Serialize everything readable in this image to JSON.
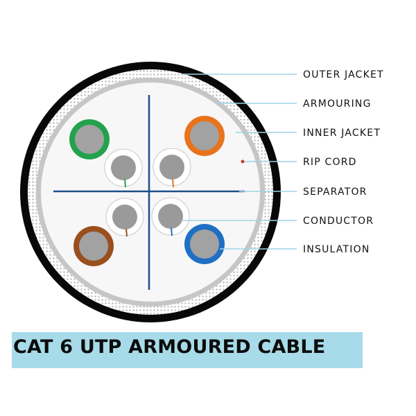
{
  "title": "CAT 6 UTP ARMOURED CABLE",
  "labels": {
    "outer_jacket": "OUTER JACKET",
    "armouring": "ARMOURING",
    "inner_jacket": "INNER JACKET",
    "rip_cord": "RIP CORD",
    "separator": "SEPARATOR",
    "conductor": "CONDUCTOR",
    "insulation": "INSULATION"
  },
  "colors": {
    "outer_jacket": "#080808",
    "armouring": "#c9c9c9",
    "inner_jacket": "#c6c6c6",
    "separator": "#1d4f8a",
    "leader_line": "#9fd4e6",
    "rip_cord": "#c83a2a",
    "pair_green": "#22a24c",
    "pair_orange": "#e8731c",
    "pair_brown": "#9a4f1f",
    "pair_blue": "#1f6fc4",
    "conductor": "#9a9a9a",
    "banner": "#a8dbe9"
  }
}
